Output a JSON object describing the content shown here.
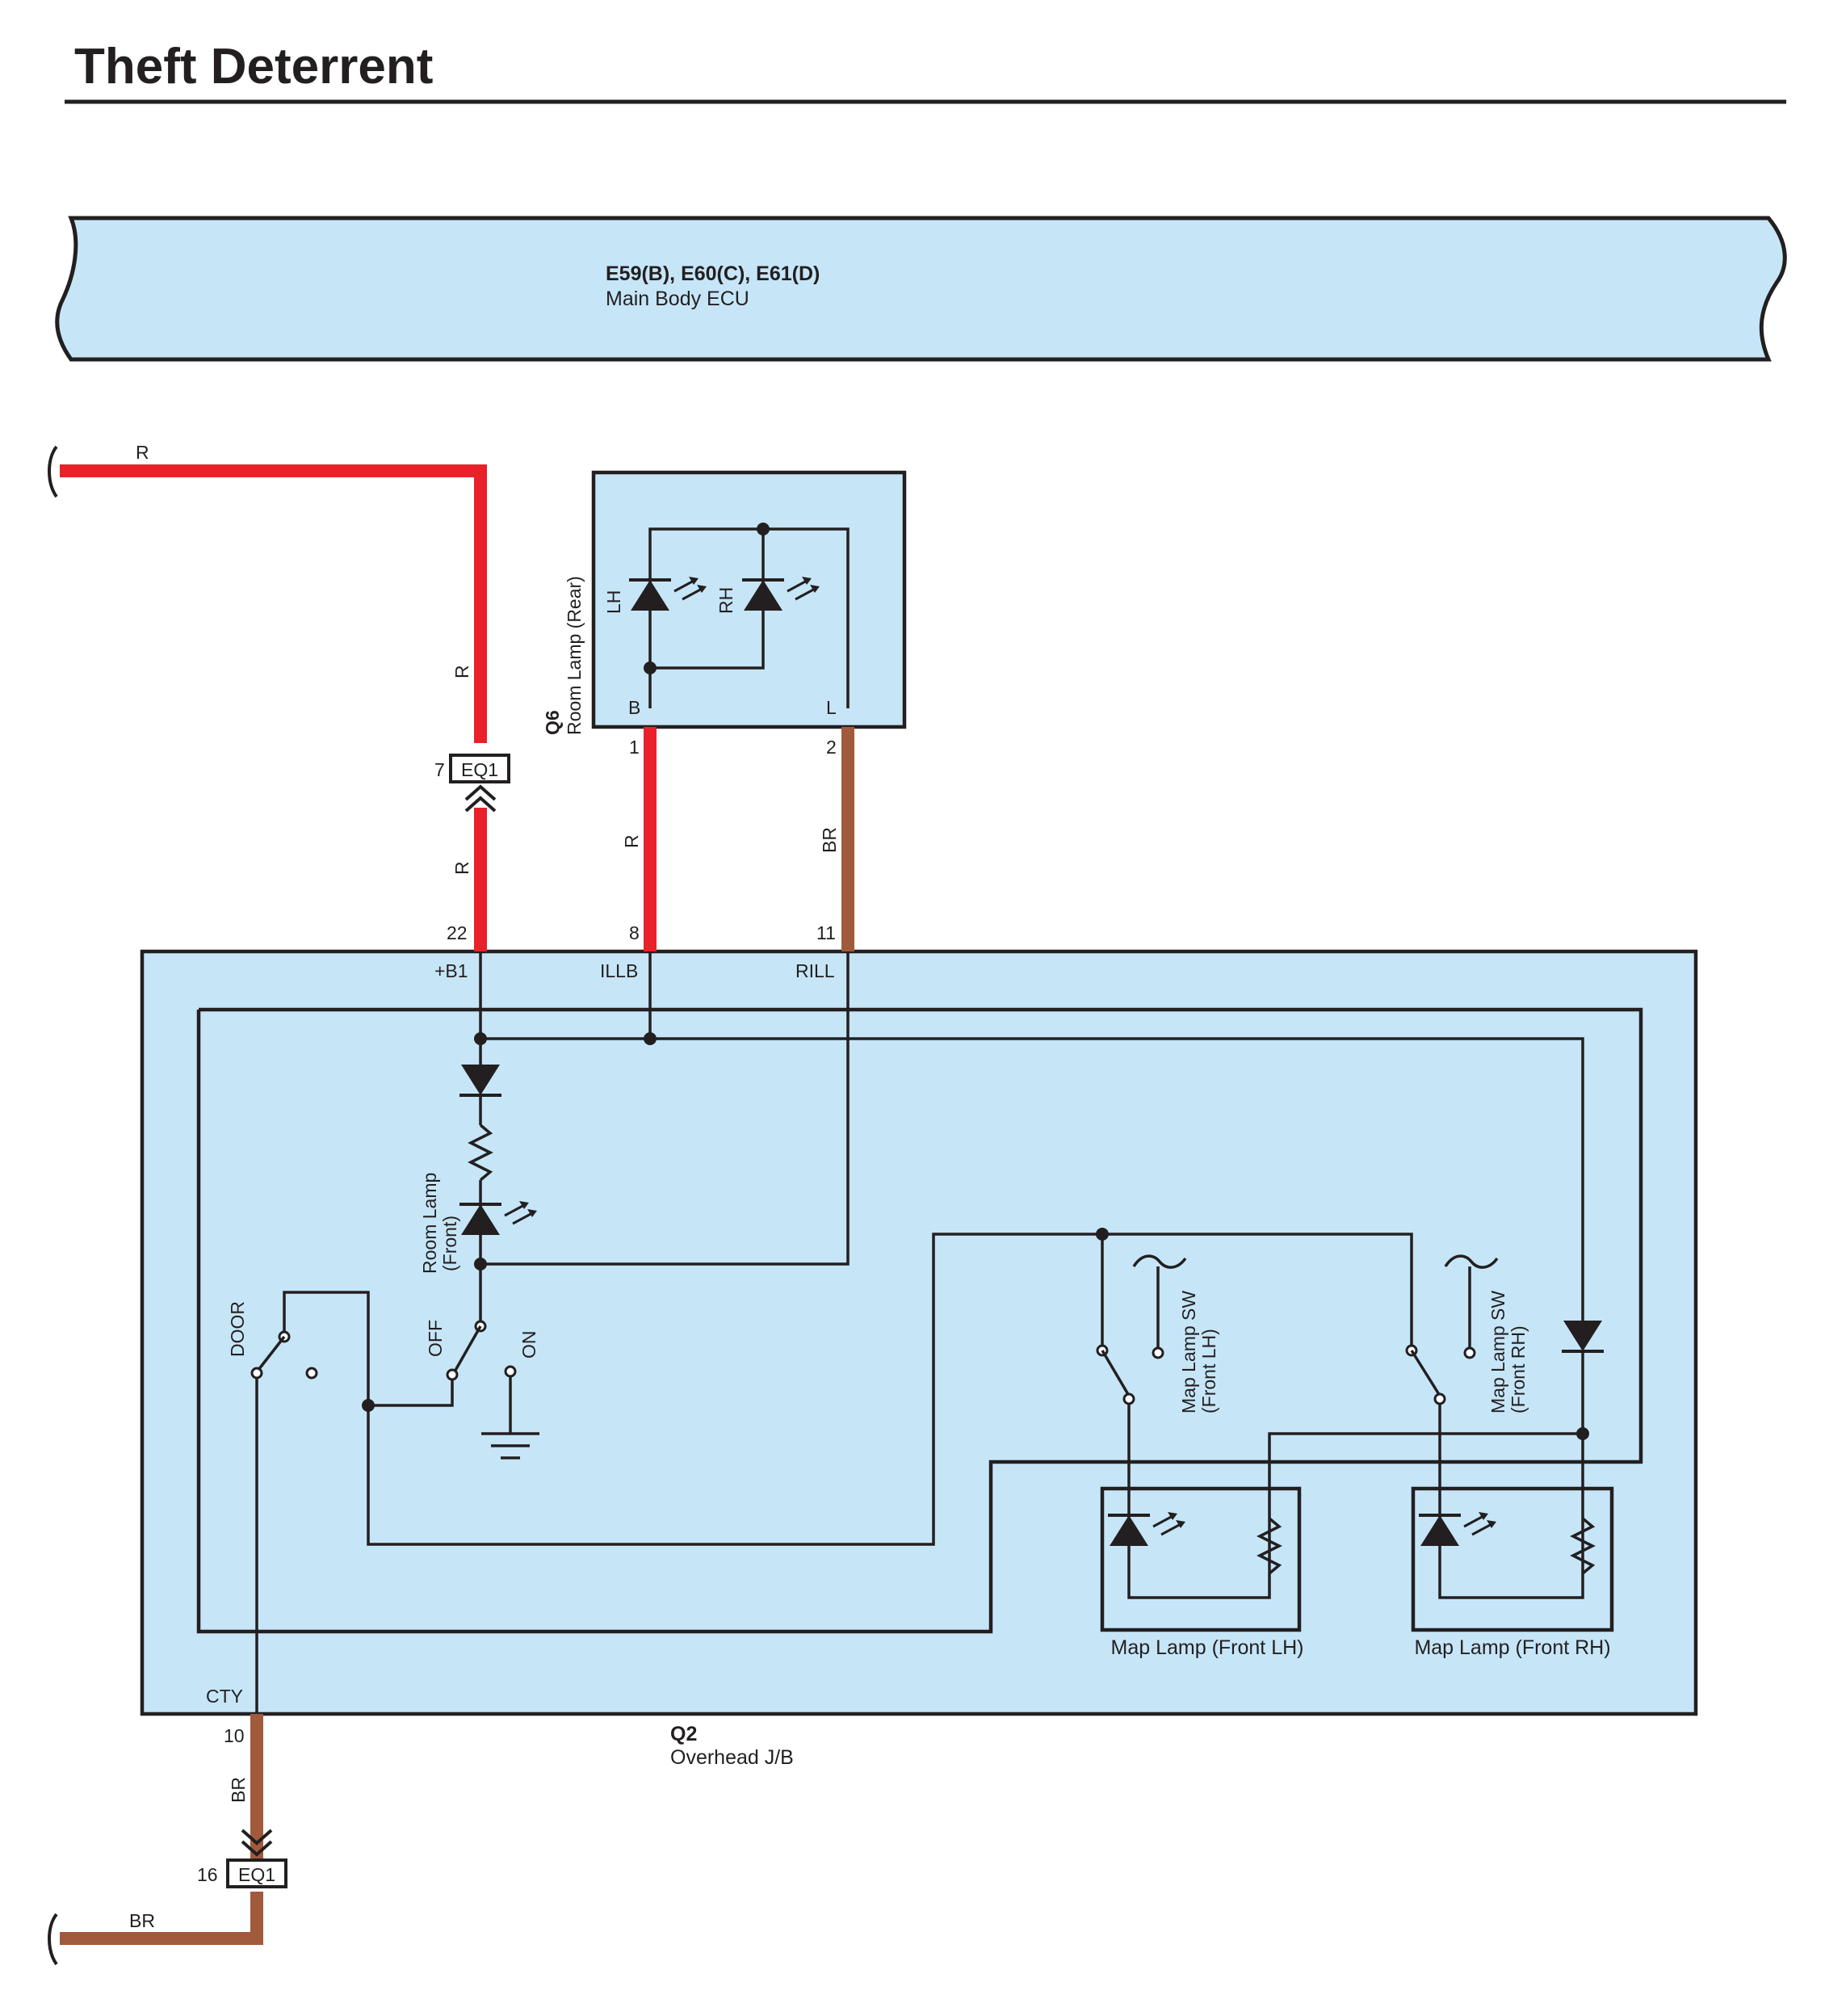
{
  "title": "Theft Deterrent",
  "ecu": {
    "code": "E59(B), E60(C), E61(D)",
    "name": "Main Body ECU"
  },
  "room_lamp_rear": {
    "code": "Q6",
    "name": "Room Lamp (Rear)",
    "led_lh": "LH",
    "led_rh": "RH",
    "terminal_b": "B",
    "terminal_l": "L",
    "pin_b": "1",
    "pin_l": "2"
  },
  "overhead_jb": {
    "code": "Q2",
    "name": "Overhead J/B",
    "pins": {
      "b1": "22",
      "illb": "8",
      "rill": "11",
      "cty": "10"
    },
    "terminals": {
      "b1": "+B1",
      "illb": "ILLB",
      "rill": "RILL",
      "cty": "CTY"
    },
    "room_lamp_front_line1": "Room Lamp",
    "room_lamp_front_line2": "(Front)",
    "switch_door": "DOOR",
    "switch_off": "OFF",
    "switch_on": "ON",
    "map_sw_lh_line1": "Map Lamp SW",
    "map_sw_lh_line2": "(Front LH)",
    "map_sw_rh_line1": "Map Lamp SW",
    "map_sw_rh_line2": "(Front RH)",
    "map_lamp_lh": "Map Lamp (Front LH)",
    "map_lamp_rh": "Map Lamp (Front RH)"
  },
  "connectors": {
    "top": {
      "name": "EQ1",
      "pin": "7"
    },
    "bottom": {
      "name": "EQ1",
      "pin": "16"
    }
  },
  "wires": {
    "top_left": "R",
    "top_vertical_upper": "R",
    "top_vertical_lower": "R",
    "illb_wire": "R",
    "rill_wire": "BR",
    "bottom_vertical": "BR",
    "bottom_left": "BR"
  },
  "colors": {
    "red_wire": "#e8212a",
    "brown_wire": "#a15a3b",
    "block_fill": "#c6e6f8",
    "line": "#231f20"
  }
}
